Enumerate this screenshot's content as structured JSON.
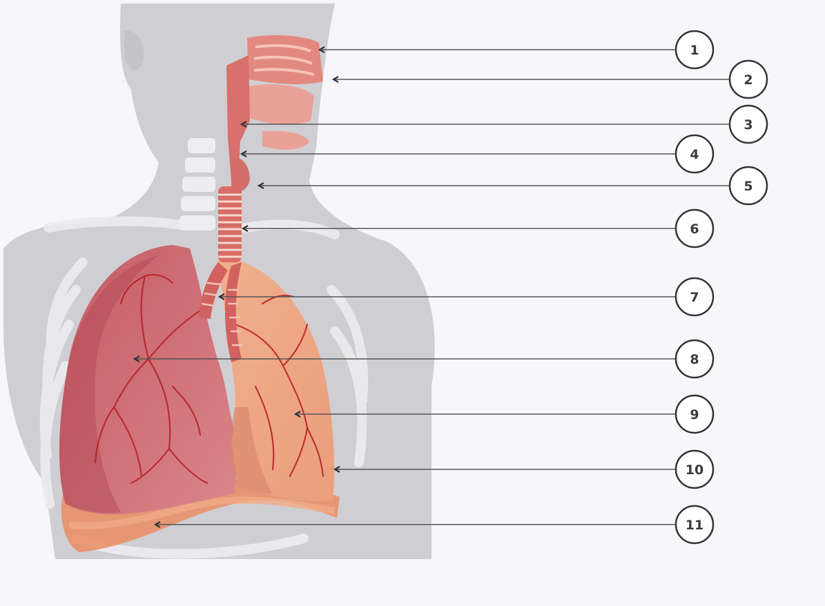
{
  "diagram": {
    "labels": [
      {
        "number": "1"
      },
      {
        "number": "2"
      },
      {
        "number": "3"
      },
      {
        "number": "4"
      },
      {
        "number": "5"
      },
      {
        "number": "6"
      },
      {
        "number": "7"
      },
      {
        "number": "8"
      },
      {
        "number": "9"
      },
      {
        "number": "10"
      },
      {
        "number": "11"
      }
    ],
    "colors": {
      "background": "#f7f7fb",
      "silhouette": "#cfcfd3",
      "skeleton": "#e9e9ec",
      "right_lung": "#c9646a",
      "left_lung": "#eea07f",
      "airway": "#d9736f",
      "diaphragm": "#e48a5c",
      "vessels": "#b51f26",
      "leader_line": "#555555"
    }
  }
}
